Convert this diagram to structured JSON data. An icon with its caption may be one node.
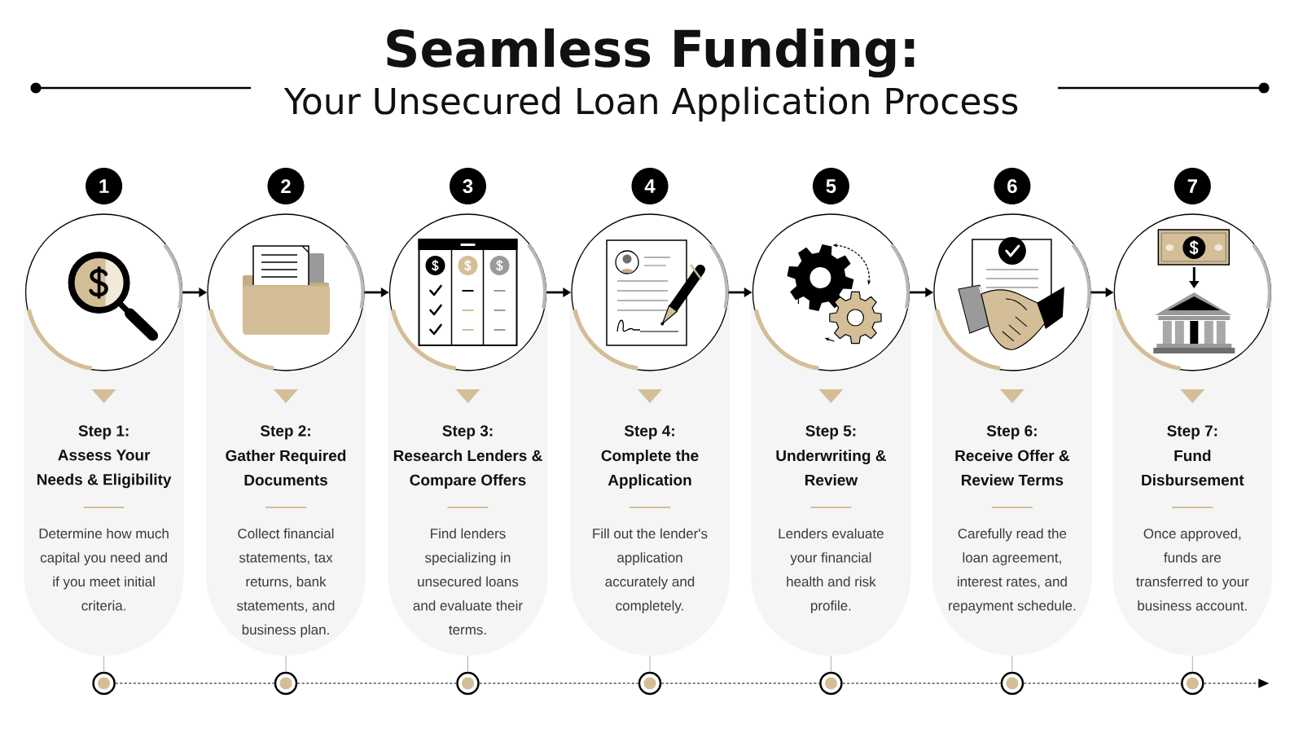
{
  "diagram": {
    "title": "Seamless Funding:",
    "nodes": [
      {
        "text": [
          "1"
        ]
      },
      {
        "text": [
          "Step 1:",
          "Assess Your Needs & Eligibility",
          "Determine how much capital you need and if you meet initial criteria."
        ]
      },
      {
        "text": [],
        "shape": "circle",
        "in": 1
      },
      {
        "text": [
          "2"
        ]
      },
      {
        "text": [
          "Step 2:",
          "Gather Required Documents",
          "Collect financial statements, tax returns, bank statements, and business plan."
        ]
      },
      {
        "text": [],
        "shape": "circle",
        "in": 4
      },
      {
        "text": [
          "3"
        ]
      },
      {
        "text": [
          "Step 3:",
          "Research Lenders & Compare Offers",
          "Find lenders specializing in unsecured loans and evaluate their terms."
        ]
      },
      {
        "text": [],
        "shape": "circle",
        "in": 7
      },
      {
        "text": [
          "4"
        ]
      },
      {
        "text": [
          "Step 4:",
          "Complete the Application",
          "Fill out the lender's application accurately and completely."
        ]
      },
      {
        "text": [],
        "shape": "circle",
        "in": 10
      },
      {
        "text": [
          "5"
        ]
      },
      {
        "text": [
          "Step 5:",
          "Underwriting & Review",
          "Lenders evaluate your financial health and risk profile."
        ]
      },
      {
        "text": [],
        "shape": "circle",
        "in": 13
      },
      {
        "text": [
          "6"
        ]
      },
      {
        "text": [
          "Step 6:",
          "Receive Offer & Review Terms",
          "Carefully read the loan agreement, interest rates, and repayment schedule."
        ]
      },
      {
        "text": [],
        "shape": "circle",
        "in": 16
      },
      {
        "text": [
          "7"
        ]
      },
      {
        "text": [
          "Step 7:",
          "Fund Disbursement",
          "Once approved, funds are transferred to your business account."
        ]
      },
      {
        "text": [],
        "shape": "circle",
        "in": 19
      },
      {
        "text": [],
        "shape": "circle"
      },
      {
        "text": [],
        "shape": "circle"
      },
      {
        "text": [],
        "shape": "circle"
      },
      {
        "text": [],
        "shape": "circle"
      },
      {
        "text": [],
        "shape": "circle"
      },
      {
        "text": [],
        "shape": "circle"
      },
      {
        "text": [],
        "shape": "circle"
      }
    ],
    "edges": [
      {
        "from": 2,
        "to": 5,
        "arrow": "to"
      },
      {
        "from": 5,
        "to": 8,
        "arrow": "to"
      },
      {
        "from": 8,
        "to": 11,
        "arrow": "to"
      },
      {
        "from": 11,
        "to": 14,
        "arrow": "to"
      },
      {
        "from": 14,
        "to": 17,
        "arrow": "to"
      },
      {
        "from": 17,
        "to": 20,
        "arrow": "to"
      },
      {
        "from": 21,
        "to": 22,
        "arrow": "none",
        "style": "dashed"
      },
      {
        "from": 22,
        "to": 23,
        "arrow": "none",
        "style": "dashed"
      },
      {
        "from": 23,
        "to": 24,
        "arrow": "none",
        "style": "dashed"
      },
      {
        "from": 24,
        "to": 25,
        "arrow": "none",
        "style": "dashed"
      },
      {
        "from": 25,
        "to": 26,
        "arrow": "none",
        "style": "dashed"
      },
      {
        "from": 26,
        "to": 27,
        "arrow": "none",
        "style": "dashed"
      },
      {
        "from": 27,
        "to": null,
        "arrow": "to",
        "style": "dashed"
      },
      {
        "from": 1,
        "to": 21,
        "arrow": "none",
        "color": "#b0b0b0"
      },
      {
        "from": 4,
        "to": 22,
        "arrow": "none",
        "color": "#b0b0b0"
      },
      {
        "from": 7,
        "to": 23,
        "arrow": "none",
        "color": "#b0b0b0"
      },
      {
        "from": 10,
        "to": 24,
        "arrow": "none",
        "color": "#b0b0b0"
      },
      {
        "from": 13,
        "to": 25,
        "arrow": "none",
        "color": "#b0b0b0"
      },
      {
        "from": 16,
        "to": 26,
        "arrow": "none",
        "color": "#b0b0b0"
      },
      {
        "from": 19,
        "to": 27,
        "arrow": "none",
        "color": "#b0b0b0"
      }
    ],
    "labels": [
      "Your Unsecured Loan Application Process"
    ]
  }
}
